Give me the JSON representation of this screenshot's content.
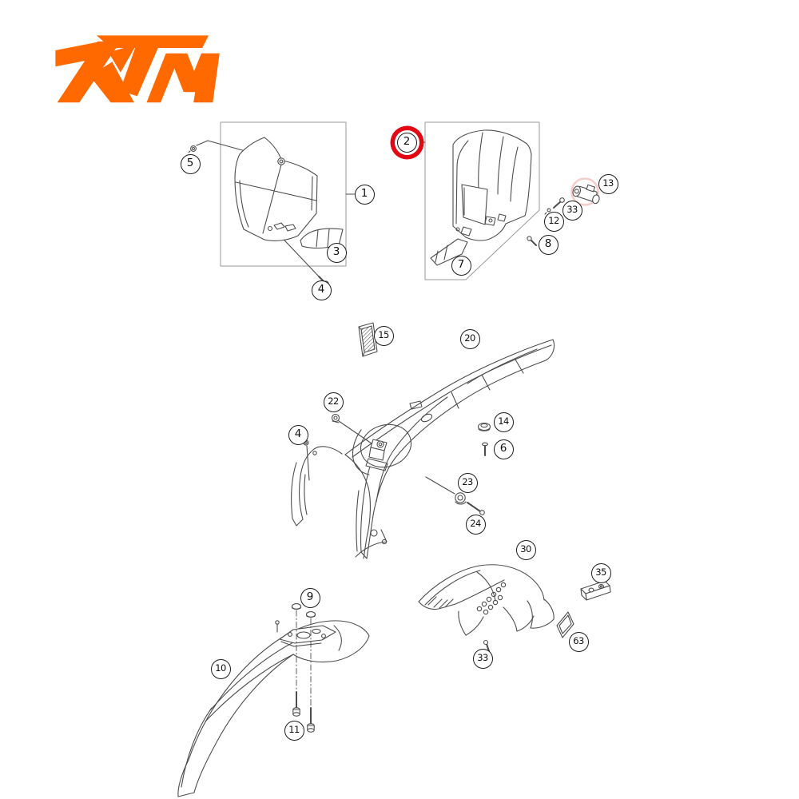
{
  "brand": {
    "name": "KTM",
    "logo_color": "#FF6900"
  },
  "diagram": {
    "type": "exploded-parts-diagram",
    "highlight_color": "#E30613",
    "highlighted_callout": "2",
    "callouts": [
      {
        "label": "1"
      },
      {
        "label": "2",
        "highlighted": true
      },
      {
        "label": "3"
      },
      {
        "label": "4"
      },
      {
        "label": "5"
      },
      {
        "label": "7"
      },
      {
        "label": "8"
      },
      {
        "label": "12"
      },
      {
        "label": "13"
      },
      {
        "label": "33"
      },
      {
        "label": "15"
      },
      {
        "label": "20"
      },
      {
        "label": "22"
      },
      {
        "label": "4"
      },
      {
        "label": "14"
      },
      {
        "label": "6"
      },
      {
        "label": "23"
      },
      {
        "label": "24"
      },
      {
        "label": "30"
      },
      {
        "label": "35"
      },
      {
        "label": "63"
      },
      {
        "label": "33"
      },
      {
        "label": "9"
      },
      {
        "label": "10"
      },
      {
        "label": "11"
      }
    ]
  }
}
